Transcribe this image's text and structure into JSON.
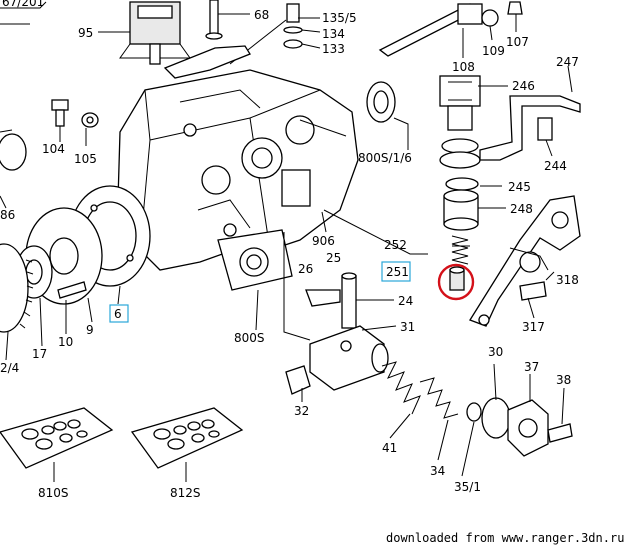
{
  "labels": {
    "l_67_201": "67/201",
    "l_68": "68",
    "l_135_5": "135/5",
    "l_134": "134",
    "l_133": "133",
    "l_95": "95",
    "l_108": "108",
    "l_109": "109",
    "l_107": "107",
    "l_247": "247",
    "l_246": "246",
    "l_104": "104",
    "l_105": "105",
    "l_800s_1_6": "800S/1/6",
    "l_244": "244",
    "l_245": "245",
    "l_248": "248",
    "l_86": "86",
    "l_906": "906",
    "l_252": "252",
    "l_25": "25",
    "l_26": "26",
    "l_251": "251",
    "l_24": "24",
    "l_318": "318",
    "l_6": "6",
    "l_9": "9",
    "l_10": "10",
    "l_17": "17",
    "l_2_4": "2/4",
    "l_800s": "800S",
    "l_31": "31",
    "l_317": "317",
    "l_30": "30",
    "l_37": "37",
    "l_38": "38",
    "l_32": "32",
    "l_41": "41",
    "l_34": "34",
    "l_35_1": "35/1",
    "l_810s": "810S",
    "l_812s": "812S"
  },
  "watermark": "downloaded from www.ranger.3dn.ru",
  "colors": {
    "highlight_box": "#2aa7d8",
    "highlight_circle": "#d4111a"
  }
}
